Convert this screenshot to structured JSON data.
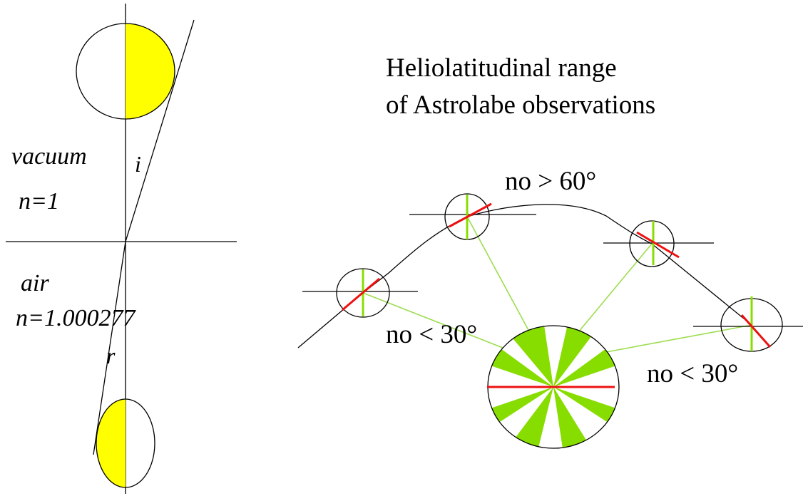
{
  "colors": {
    "sun_fill": "#FFFF00",
    "outline": "#000000",
    "red_axis": "#EE1111",
    "green_axis": "#88DD00",
    "sector_fill": "#88DD00",
    "connector": "#9CDD4F"
  },
  "refraction": {
    "medium_top": "vacuum",
    "index_top": "n=1",
    "medium_bottom": "air",
    "index_bottom": "n=1.000277",
    "angle_incidence": "i",
    "angle_refraction": "r"
  },
  "title": {
    "line1": "Heliolatitudinal range",
    "line2": "of Astrolabe observations"
  },
  "annotations": {
    "top_arc": "no > 60°",
    "left_range": "no < 30°",
    "right_range": "no < 30°"
  }
}
